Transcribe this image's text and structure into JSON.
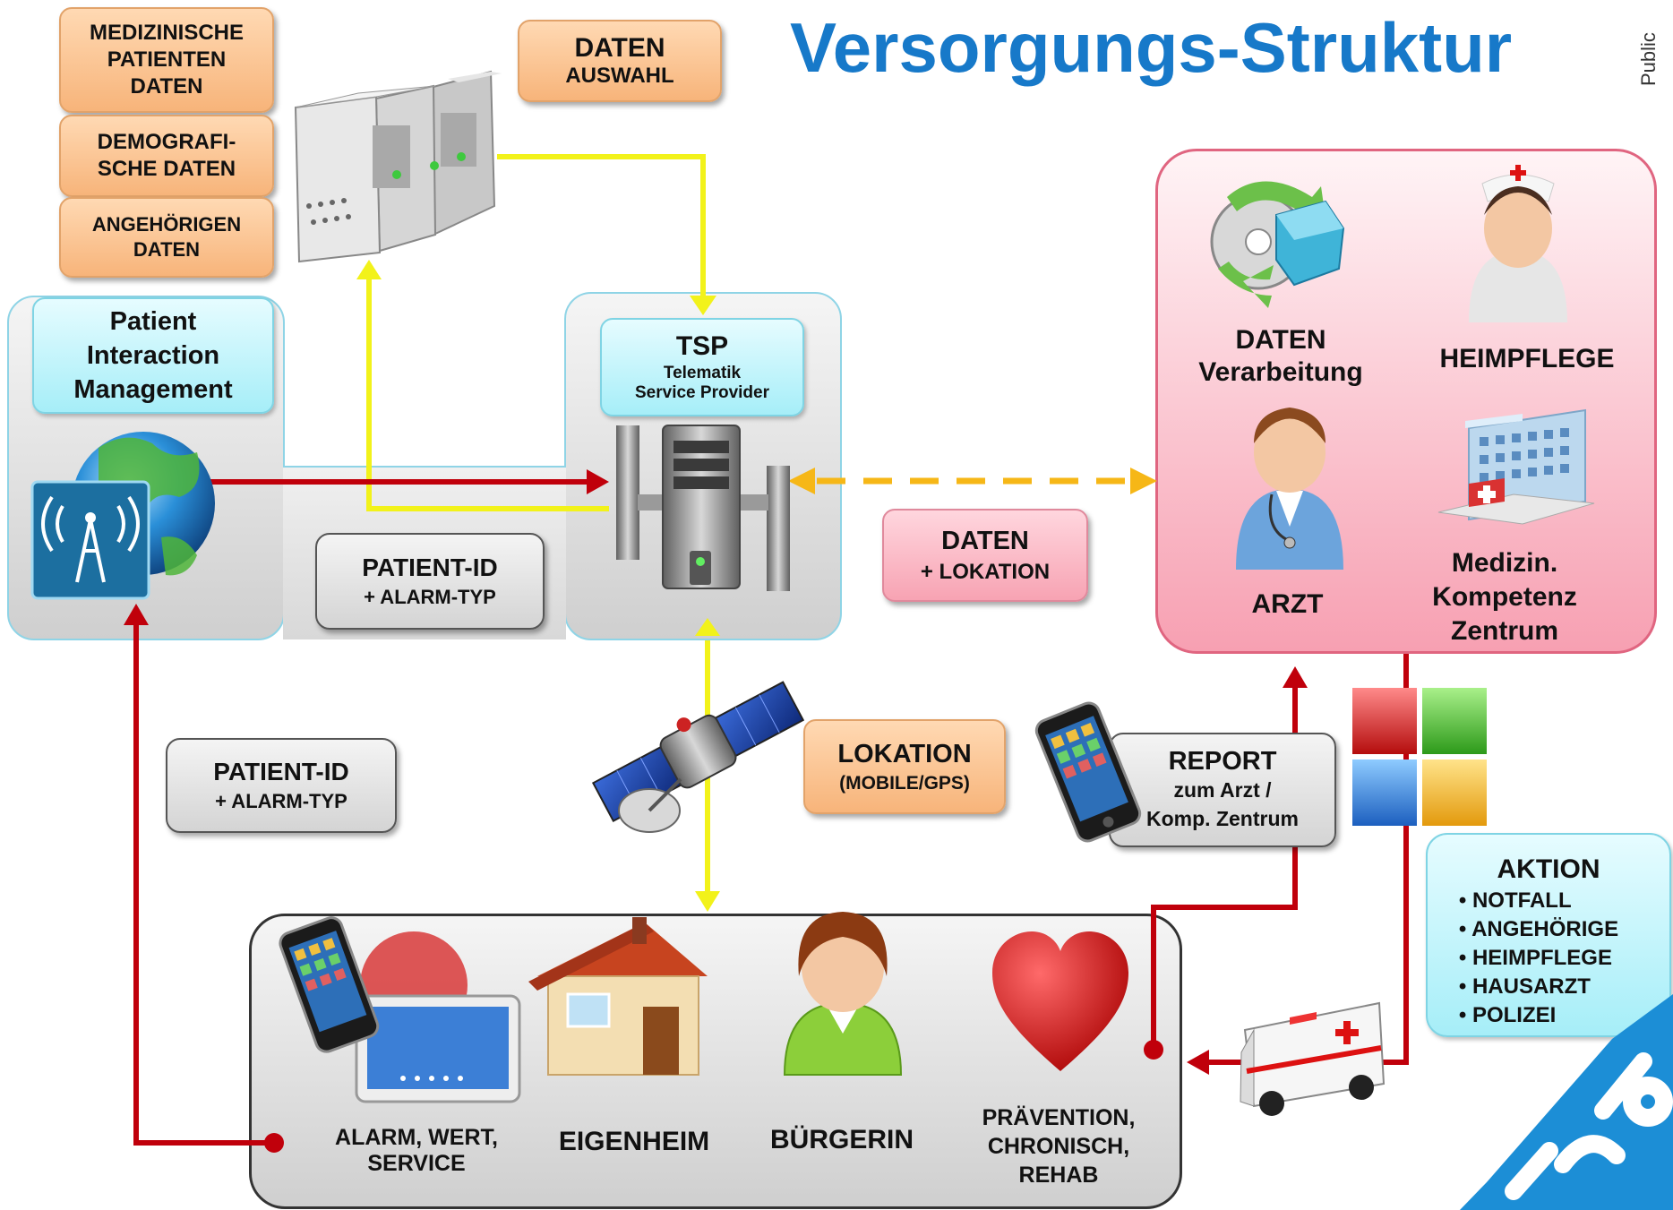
{
  "title": "Versorgungs-Struktur",
  "classification": "Public",
  "data_boxes": {
    "medical": "MEDIZINISCHE PATIENTEN DATEN",
    "demographic": "DEMOGRAFI-SCHE DATEN",
    "relatives": "ANGEHÖRIGEN DATEN",
    "selection_line1": "DATEN",
    "selection_line2": "AUSWAHL"
  },
  "pim": {
    "line1": "Patient",
    "line2": "Interaction",
    "line3": "Management"
  },
  "tsp": {
    "title": "TSP",
    "line1": "Telematik",
    "line2": "Service Provider"
  },
  "patient_id_box_1": {
    "line1": "PATIENT-ID",
    "line2": "+ ALARM-TYP"
  },
  "patient_id_box_2": {
    "line1": "PATIENT-ID",
    "line2": "+ ALARM-TYP"
  },
  "daten_lokation": {
    "line1": "DATEN",
    "line2": "+ LOKATION"
  },
  "lokation": {
    "line1": "LOKATION",
    "line2": "(MOBILE/GPS)"
  },
  "report": {
    "line1": "REPORT",
    "line2": "zum Arzt /",
    "line3": "Komp. Zentrum"
  },
  "care_panel": {
    "data_processing_1": "DATEN",
    "data_processing_2": "Verarbeitung",
    "home_care": "HEIMPFLEGE",
    "doctor": "ARZT",
    "center_1": "Medizin.",
    "center_2": "Kompetenz",
    "center_3": "Zentrum"
  },
  "aktion": {
    "title": "AKTION",
    "items": [
      "NOTFALL",
      "ANGEHÖRIGE",
      "HEIMPFLEGE",
      "HAUSARZT",
      "POLIZEI"
    ]
  },
  "citizen_panel": {
    "alarm_1": "ALARM, WERT,",
    "alarm_2": "SERVICE",
    "home": "EIGENHEIM",
    "citizen": "BÜRGERIN",
    "prevention_1": "PRÄVENTION,",
    "prevention_2": "CHRONISCH,",
    "prevention_3": "REHAB"
  },
  "colors": {
    "title_blue": "#1779c9",
    "yellow_line": "#f2f21a",
    "red_line": "#c0000b",
    "orange_dashed": "#f6b717",
    "care_panel_pink": "#f9a5b6",
    "logo_blue": "#1c8ed6"
  },
  "icons": [
    "server-rack-icon",
    "globe-antenna-icon",
    "tsp-server-icon",
    "satellite-icon",
    "smartphone-icon",
    "recycle-box-icon",
    "nurse-icon",
    "doctor-icon",
    "hospital-icon",
    "windows-tiles-icon",
    "ambulance-icon",
    "tablet-icon",
    "house-icon",
    "woman-icon",
    "heart-icon",
    "logo-mark"
  ]
}
